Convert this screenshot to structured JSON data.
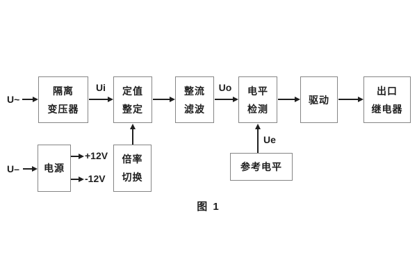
{
  "figure": {
    "caption": "图 1",
    "blocks": {
      "isolation_transformer": {
        "line1": "隔离",
        "line2": "变压器"
      },
      "value_setting": {
        "line1": "定值",
        "line2": "整定"
      },
      "rectifier_filter": {
        "line1": "整流",
        "line2": "滤波"
      },
      "level_detector": {
        "line1": "电平",
        "line2": "检测"
      },
      "driver": {
        "line1": "驱动"
      },
      "output_relay": {
        "line1": "出口",
        "line2": "继电器"
      },
      "power_supply": {
        "line1": "电源"
      },
      "ratio_switch": {
        "line1": "倍率",
        "line2": "切换"
      },
      "reference_level": {
        "line1": "参考电平"
      }
    },
    "signal_labels": {
      "ac_input": "U~",
      "dc_input": "U–",
      "ui": "Ui",
      "uo": "Uo",
      "ue": "Ue",
      "plus_12v": "+12V",
      "minus_12v": "-12V"
    },
    "colors": {
      "background": "#ffffff",
      "box_border": "#848484",
      "text": "#1f1f1f",
      "arrow": "#1f1f1f"
    }
  }
}
